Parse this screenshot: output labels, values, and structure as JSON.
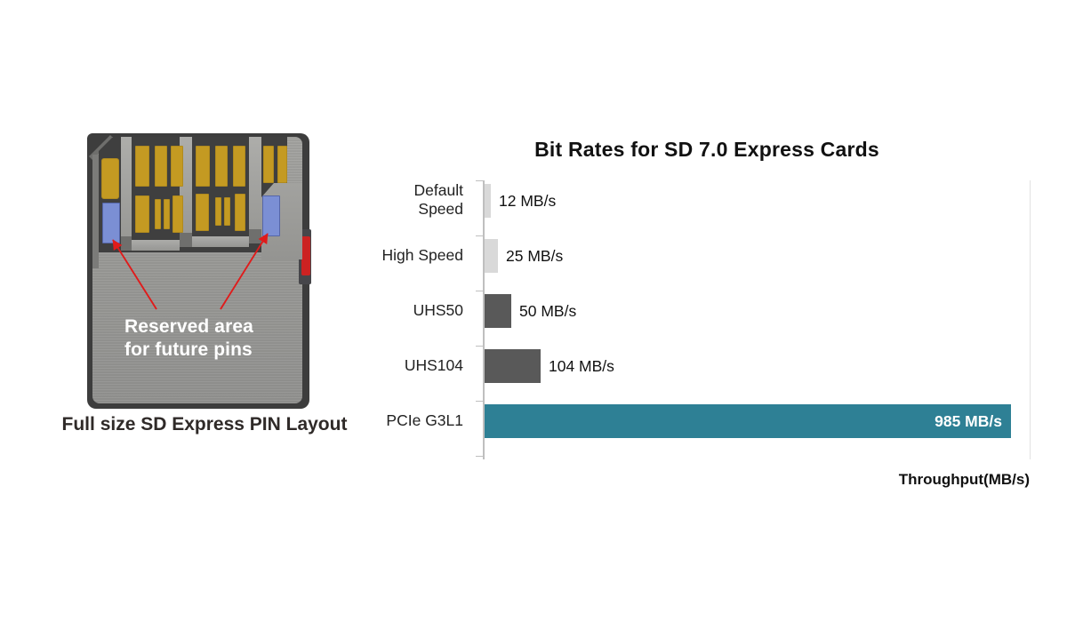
{
  "illustration": {
    "name": "full-size-sd-express-card",
    "annotation_text": "Reserved area\nfor future pins",
    "annotation_line1": "Reserved area",
    "annotation_line2": "for future pins",
    "caption": "Full size SD Express PIN Layout",
    "colors": {
      "card_body": "#9a9a97",
      "card_shadow": "#3d3d3d",
      "contact_recess": "#3f3f3f",
      "gold_pin": "#c49a22",
      "reserved_pin": "#7b8fd4",
      "arrow": "#e01b1b",
      "write_protect_slider": "#cc2222",
      "annotation_text": "#ffffff",
      "caption_text": "#2f2a28"
    },
    "arrow_count": 2,
    "reserved_pin_count": 2
  },
  "chart_data": {
    "type": "bar",
    "orientation": "horizontal",
    "title": "Bit Rates for SD 7.0 Express Cards",
    "xlabel": "Throughput(MB/s)",
    "ylabel": "",
    "categories": [
      "Default Speed",
      "High Speed",
      "UHS50",
      "UHS104",
      "PCIe G3L1"
    ],
    "values": [
      12,
      25,
      50,
      104,
      985
    ],
    "value_labels": [
      "12 MB/s",
      "25 MB/s",
      "50 MB/s",
      "104 MB/s",
      "985 MB/s"
    ],
    "bar_colors": [
      "#d9d9d9",
      "#d9d9d9",
      "#595959",
      "#595959",
      "#2e8095"
    ],
    "label_placement": [
      "outside",
      "outside",
      "outside",
      "outside",
      "inside"
    ],
    "xlim": [
      0,
      1020
    ],
    "grid": false,
    "legend": null,
    "axis_color": "#bfbfbf"
  }
}
